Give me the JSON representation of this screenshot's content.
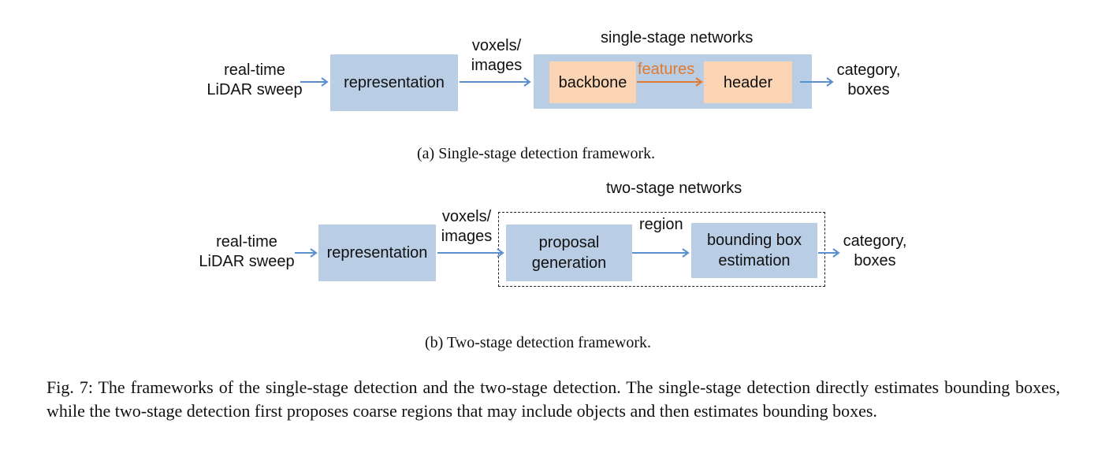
{
  "diagram_a": {
    "group_title": "single-stage networks",
    "input_label": [
      "real-time",
      "LiDAR sweep"
    ],
    "representation": "representation",
    "voxels_label": [
      "voxels/",
      "images"
    ],
    "backbone": "backbone",
    "features": "features",
    "header": "header",
    "output_label": [
      "category,",
      "boxes"
    ],
    "caption": "(a) Single-stage detection framework."
  },
  "diagram_b": {
    "group_title": "two-stage networks",
    "input_label": [
      "real-time",
      "LiDAR sweep"
    ],
    "representation": "representation",
    "voxels_label": [
      "voxels/",
      "images"
    ],
    "proposal": [
      "proposal",
      "generation"
    ],
    "region": "region",
    "bbox": [
      "bounding box",
      "estimation"
    ],
    "output_label": [
      "category,",
      "boxes"
    ],
    "caption": "(b) Two-stage detection framework."
  },
  "figure_caption": "Fig. 7:  The frameworks of the single-stage detection and the two-stage detection. The single-stage detection directly estimates bounding boxes, while the two-stage detection first proposes coarse regions that may include objects and then estimates bounding boxes.",
  "colors": {
    "box_blue": "#b9cde4",
    "box_peach": "#fbd4b3",
    "arrow_blue": "#5b8fd0",
    "arrow_orange": "#e07a2e",
    "features_text": "#e07a2e"
  }
}
